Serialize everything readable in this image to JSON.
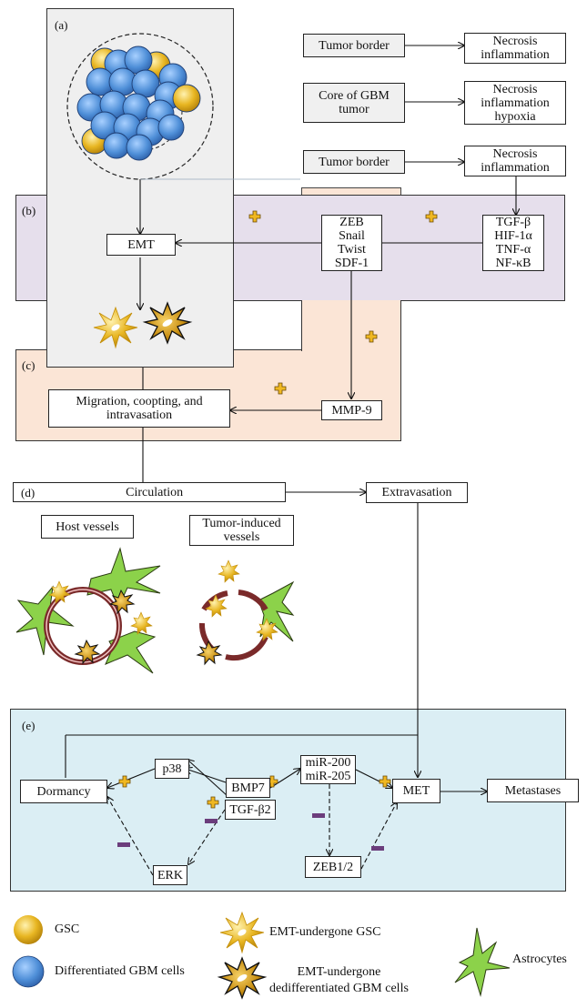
{
  "panels": {
    "a": "(a)",
    "b": "(b)",
    "c": "(c)",
    "d": "(d)",
    "e": "(e)"
  },
  "top_flow": {
    "tumor_border_1": "Tumor border",
    "core": "Core of GBM\ntumor",
    "tumor_border_2": "Tumor border",
    "necrosis_1": "Necrosis\ninflammation",
    "necrosis_hypoxia": "Necrosis\ninflammation\nhypoxia",
    "necrosis_2": "Necrosis\ninflammation"
  },
  "panel_b": {
    "emt": "EMT",
    "transcription_factors": "ZEB\nSnail\nTwist\nSDF-1",
    "signals": "TGF-β\nHIF-1α\nTNF-α\nNF-κB"
  },
  "panel_c": {
    "migration": "Migration, coopting, and\nintravasation",
    "mmp9": "MMP-9"
  },
  "panel_d": {
    "circulation": "Circulation",
    "extravasation": "Extravasation",
    "host_vessels": "Host vessels",
    "tumor_vessels": "Tumor-induced\nvessels"
  },
  "panel_e": {
    "dormancy": "Dormancy",
    "p38": "p38",
    "erk": "ERK",
    "bmp7": "BMP7",
    "tgfb2": "TGF-β2",
    "mir": "miR-200\nmiR-205",
    "zeb12": "ZEB1/2",
    "met": "MET",
    "metastases": "Metastases"
  },
  "legend": {
    "gsc": "GSC",
    "diff": "Differentiated GBM cells",
    "emt_gsc": "EMT-undergone GSC",
    "emt_dediff": "EMT-undergone\ndedifferentiated GBM cells",
    "astro": "Astrocytes"
  },
  "colors": {
    "panel_a_bg": "#efefef",
    "panel_b_bg": "#e6dfec",
    "panel_c_bg": "#fbe5d6",
    "panel_e_bg": "#dbeef4",
    "gsc": "#e3b21c",
    "diff": "#4f8fd8",
    "astro": "#8cd24a",
    "plus": "#f0b822",
    "minus": "#6b3d7c",
    "vessel": "#7a2a2a"
  }
}
